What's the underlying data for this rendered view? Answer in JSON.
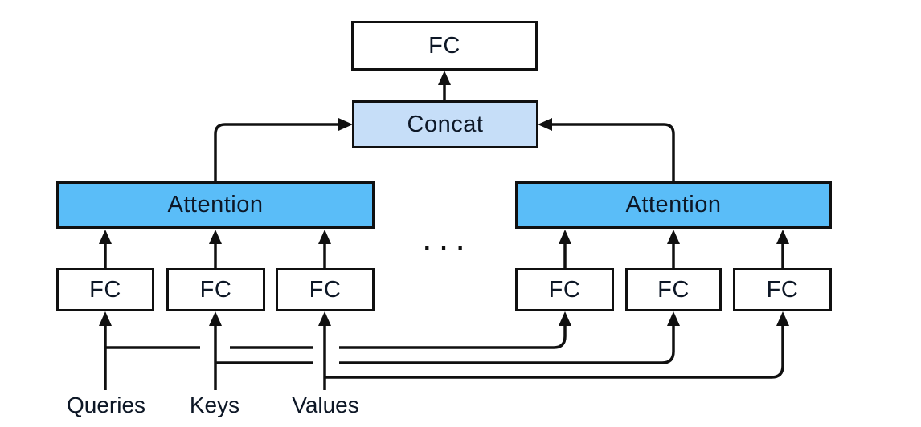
{
  "nodes": {
    "output_fc": {
      "label": "FC"
    },
    "concat": {
      "label": "Concat"
    },
    "attention_left": {
      "label": "Attention"
    },
    "attention_right": {
      "label": "Attention"
    },
    "fc_left_1": {
      "label": "FC"
    },
    "fc_left_2": {
      "label": "FC"
    },
    "fc_left_3": {
      "label": "FC"
    },
    "fc_right_1": {
      "label": "FC"
    },
    "fc_right_2": {
      "label": "FC"
    },
    "fc_right_3": {
      "label": "FC"
    }
  },
  "inputs": {
    "queries": "Queries",
    "keys": "Keys",
    "values": "Values"
  },
  "ellipsis": ". . .",
  "colors": {
    "attention_fill": "#5abdf8",
    "concat_fill": "#c6def8",
    "box_fill": "#ffffff",
    "line": "#101010",
    "text": "#0d1726",
    "background": "#ffffff"
  }
}
